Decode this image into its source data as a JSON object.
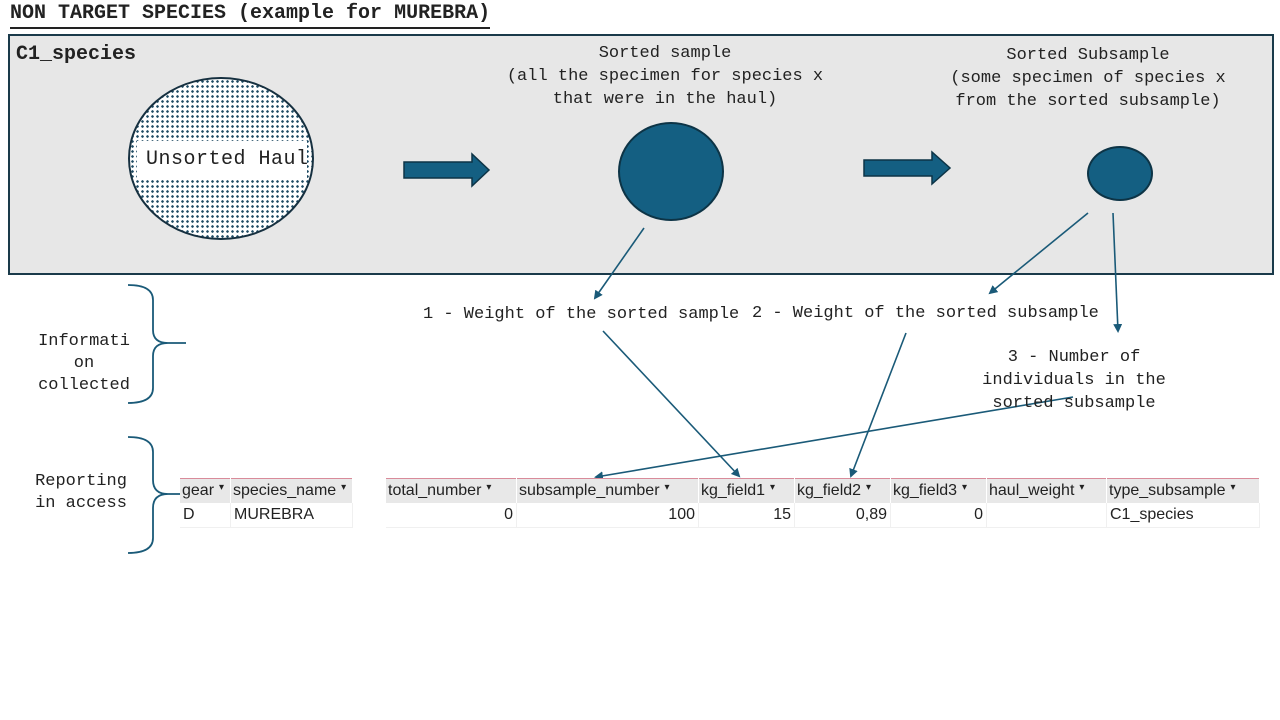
{
  "title": "NON TARGET SPECIES (example for MUREBRA)",
  "panel": {
    "label": "C1_species",
    "unsorted_label": "Unsorted Haul",
    "sorted_sample": {
      "title": "Sorted sample",
      "description_line1": "(all the specimen for species x",
      "description_line2": "that were in the haul)"
    },
    "sorted_subsample": {
      "title": "Sorted Subsample",
      "description_line1": "(some specimen of species x",
      "description_line2": "from the sorted subsample)"
    }
  },
  "information": {
    "label_line1": "Informati",
    "label_line2": "on",
    "label_line3": "collected",
    "item1": "1 - Weight of the sorted sample",
    "item2": "2 - Weight of the sorted subsample",
    "item3_line1": "3 - Number of",
    "item3_line2": "individuals in the",
    "item3_line3": "sorted subsample"
  },
  "reporting": {
    "label_line1": "Reporting",
    "label_line2": "in access"
  },
  "table_left": {
    "headers": [
      "gear",
      "species_name"
    ],
    "row": [
      "D",
      "MUREBRA"
    ]
  },
  "table_right": {
    "headers": [
      "total_number",
      "subsample_number",
      "kg_field1",
      "kg_field2",
      "kg_field3",
      "haul_weight",
      "type_subsample"
    ],
    "row": [
      "0",
      "100",
      "15",
      "0,89",
      "0",
      "",
      "C1_species"
    ]
  },
  "colors": {
    "accent": "#145f82",
    "arrow": "#1a5a78",
    "panel_bg": "#e7e7e7"
  }
}
